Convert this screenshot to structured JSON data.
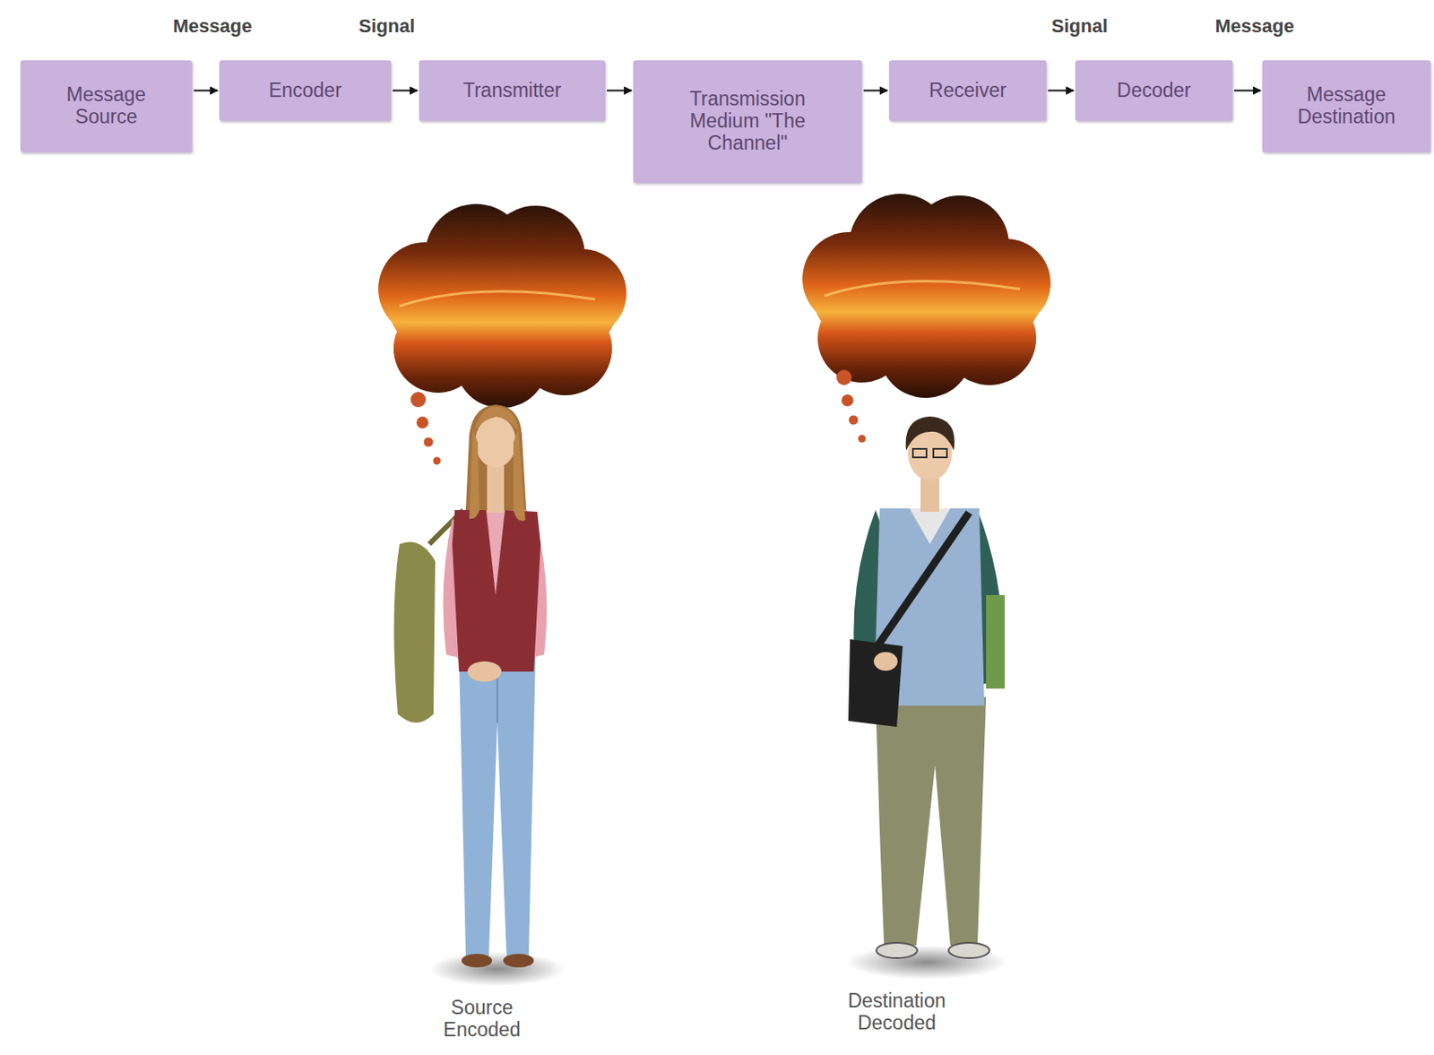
{
  "diagram": {
    "nodes": [
      {
        "text": [
          "Message Source"
        ]
      },
      {
        "text": [
          "Encoder"
        ]
      },
      {
        "text": [
          "Transmitter"
        ]
      },
      {
        "text": [
          "Transmission Medium \"The Channel\""
        ]
      },
      {
        "text": [
          "Receiver"
        ]
      },
      {
        "text": [
          "Decoder"
        ]
      },
      {
        "text": [
          "Message Destination"
        ]
      }
    ],
    "edges": [
      {
        "from": 0,
        "to": 1,
        "arrow": "to"
      },
      {
        "from": 1,
        "to": 2,
        "arrow": "to"
      },
      {
        "from": 2,
        "to": 3,
        "arrow": "to"
      },
      {
        "from": 3,
        "to": 4,
        "arrow": "to"
      },
      {
        "from": 4,
        "to": 5,
        "arrow": "to"
      },
      {
        "from": 5,
        "to": 6,
        "arrow": "to"
      }
    ],
    "labels": [
      "Message",
      "Signal",
      "Signal",
      "Message",
      "Source Encoded",
      "Destination Decoded"
    ]
  }
}
